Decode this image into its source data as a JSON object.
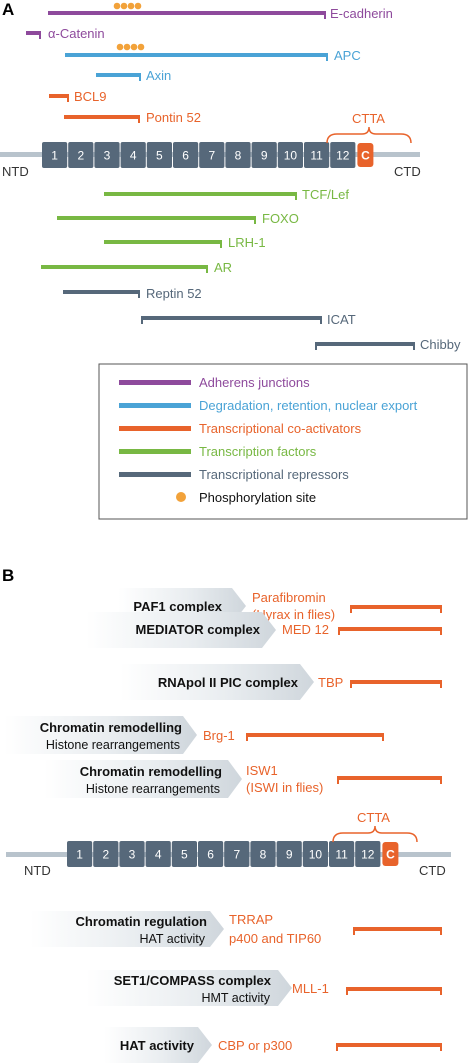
{
  "colors": {
    "adherens": "#8e4a9c",
    "degradation": "#4aa3d6",
    "coactivator": "#e8632b",
    "tf": "#78b843",
    "repressor": "#56687a",
    "repeat": "#56687a",
    "cterm": "#e8632b",
    "phospho": "#f2a23a",
    "axis": "#b8c3cc"
  },
  "panel_a": {
    "label": "A",
    "ntd": "NTD",
    "ctd": "CTD",
    "ctta": "CTTA",
    "repeats": [
      "1",
      "2",
      "3",
      "4",
      "5",
      "6",
      "7",
      "8",
      "9",
      "10",
      "11",
      "12"
    ],
    "cterm": "C",
    "partners": [
      {
        "name": "E-cadherin",
        "group": "adherens"
      },
      {
        "name": "α-Catenin",
        "group": "adherens"
      },
      {
        "name": "APC",
        "group": "degradation"
      },
      {
        "name": "Axin",
        "group": "degradation"
      },
      {
        "name": "BCL9",
        "group": "coactivator"
      },
      {
        "name": "Pontin 52",
        "group": "coactivator"
      },
      {
        "name": "TCF/Lef",
        "group": "tf"
      },
      {
        "name": "FOXO",
        "group": "tf"
      },
      {
        "name": "LRH-1",
        "group": "tf"
      },
      {
        "name": "AR",
        "group": "tf"
      },
      {
        "name": "Reptin 52",
        "group": "repressor"
      },
      {
        "name": "ICAT",
        "group": "repressor"
      },
      {
        "name": "Chibby",
        "group": "repressor"
      }
    ],
    "legend": [
      {
        "label": "Adherens junctions",
        "group": "adherens"
      },
      {
        "label": "Degradation, retention, nuclear export",
        "group": "degradation"
      },
      {
        "label": "Transcriptional co-activators",
        "group": "coactivator"
      },
      {
        "label": "Transcription factors",
        "group": "tf"
      },
      {
        "label": "Transcriptional repressors",
        "group": "repressor"
      },
      {
        "label": "Phosphorylation site",
        "group": "phospho"
      }
    ]
  },
  "panel_b": {
    "label": "B",
    "ntd": "NTD",
    "ctd": "CTD",
    "ctta": "CTTA",
    "repeats": [
      "1",
      "2",
      "3",
      "4",
      "5",
      "6",
      "7",
      "8",
      "9",
      "10",
      "11",
      "12"
    ],
    "cterm": "C",
    "complexes": [
      {
        "main": "PAF1 complex",
        "sub": "",
        "partner": [
          "Parafibromin",
          "(Hyrax in flies)"
        ]
      },
      {
        "main": "MEDIATOR complex",
        "sub": "",
        "partner": [
          "MED 12"
        ]
      },
      {
        "main": "RNApol II PIC complex",
        "sub": "",
        "partner": [
          "TBP"
        ]
      },
      {
        "main": "Chromatin remodelling",
        "sub": "Histone rearrangements",
        "partner": [
          "Brg-1"
        ]
      },
      {
        "main": "Chromatin remodelling",
        "sub": "Histone rearrangements",
        "partner": [
          "ISW1",
          "(ISWI in flies)"
        ]
      },
      {
        "main": "Chromatin regulation",
        "sub": "HAT activity",
        "partner": [
          "TRRAP",
          "p400 and TIP60"
        ]
      },
      {
        "main": "SET1/COMPASS complex",
        "sub": "HMT activity",
        "partner": [
          "MLL-1"
        ]
      },
      {
        "main": "HAT activity",
        "sub": "",
        "partner": [
          "CBP or p300"
        ]
      }
    ]
  }
}
